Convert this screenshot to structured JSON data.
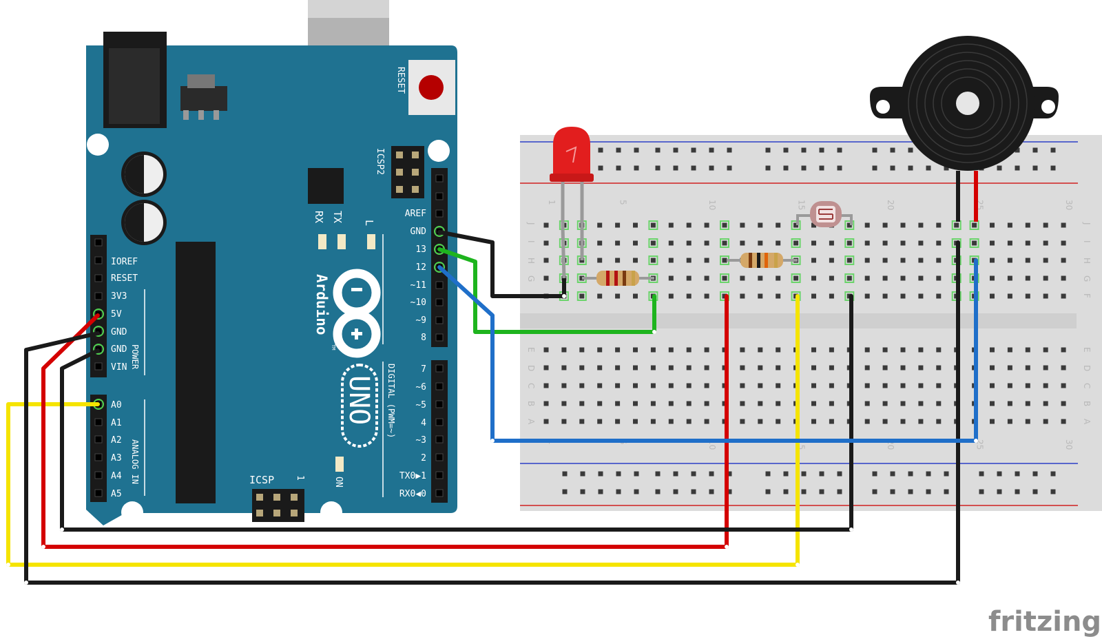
{
  "brand": {
    "logo_text": "fritzing"
  },
  "arduino": {
    "model_label": "Arduino",
    "uno_label": "UNO",
    "tm_label": "TM",
    "on_label": "ON",
    "reset_label": "RESET",
    "icsp_label": "ICSP",
    "icsp2_label": "ICSP2",
    "icsp_pin1_label": "1",
    "led_labels": {
      "tx": "TX",
      "rx": "RX",
      "l": "L"
    },
    "digital_header_label": "DIGITAL (PWM=~)",
    "power_header_label": "POWER",
    "analog_header_label": "ANALOG IN",
    "left_pins": [
      "IOREF",
      "RESET",
      "3V3",
      "5V",
      "GND",
      "GND",
      "VIN"
    ],
    "analog_pins": [
      "A0",
      "A1",
      "A2",
      "A3",
      "A4",
      "A5"
    ],
    "right_pins_upper": [
      "AREF",
      "GND",
      "13",
      "12",
      "~11",
      "~10",
      "~9",
      "8"
    ],
    "right_pins_lower": [
      "7",
      "~6",
      "~5",
      "4",
      "~3",
      "2",
      "TX0▶1",
      "RX0◀0"
    ]
  },
  "breadboard": {
    "top_row_letters": [
      "J",
      "I",
      "H",
      "G",
      "F"
    ],
    "bottom_row_letters": [
      "E",
      "D",
      "C",
      "B",
      "A"
    ],
    "column_numbers": [
      "1",
      "5",
      "10",
      "15",
      "20",
      "25",
      "30"
    ]
  },
  "components": [
    "red-led",
    "resistor-220",
    "resistor-10k",
    "photoresistor",
    "piezo-buzzer"
  ],
  "wire_colors": {
    "black": "#1a1a1a",
    "red": "#d40000",
    "green": "#1eb41e",
    "blue": "#1f6fc9",
    "yellow": "#f5e400"
  },
  "board_color": "#1f7291"
}
